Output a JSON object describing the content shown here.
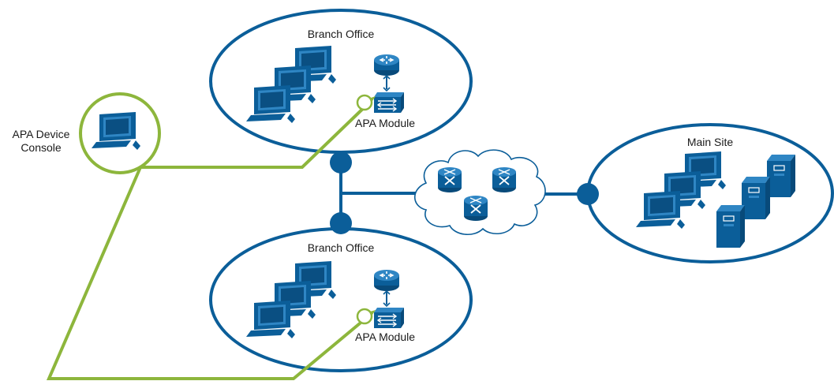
{
  "labels": {
    "branch_top": "Branch Office",
    "branch_bottom": "Branch Office",
    "main_site": "Main Site",
    "apa_module_top": "APA Module",
    "apa_module_bottom": "APA Module",
    "console_line1": "APA Device",
    "console_line2": "Console"
  },
  "colors": {
    "network_blue": "#0b5e99",
    "ellipse_stroke": "#0b5e99",
    "monitoring_green": "#8db63c",
    "cloud_stroke": "#0b5e99",
    "cloud_fill": "#ffffff"
  },
  "icons": {
    "workstation": "workstation-icon",
    "router": "router-icon",
    "switch": "switch-icon",
    "server": "server-icon",
    "wan_cloud": "cloud-icon"
  }
}
